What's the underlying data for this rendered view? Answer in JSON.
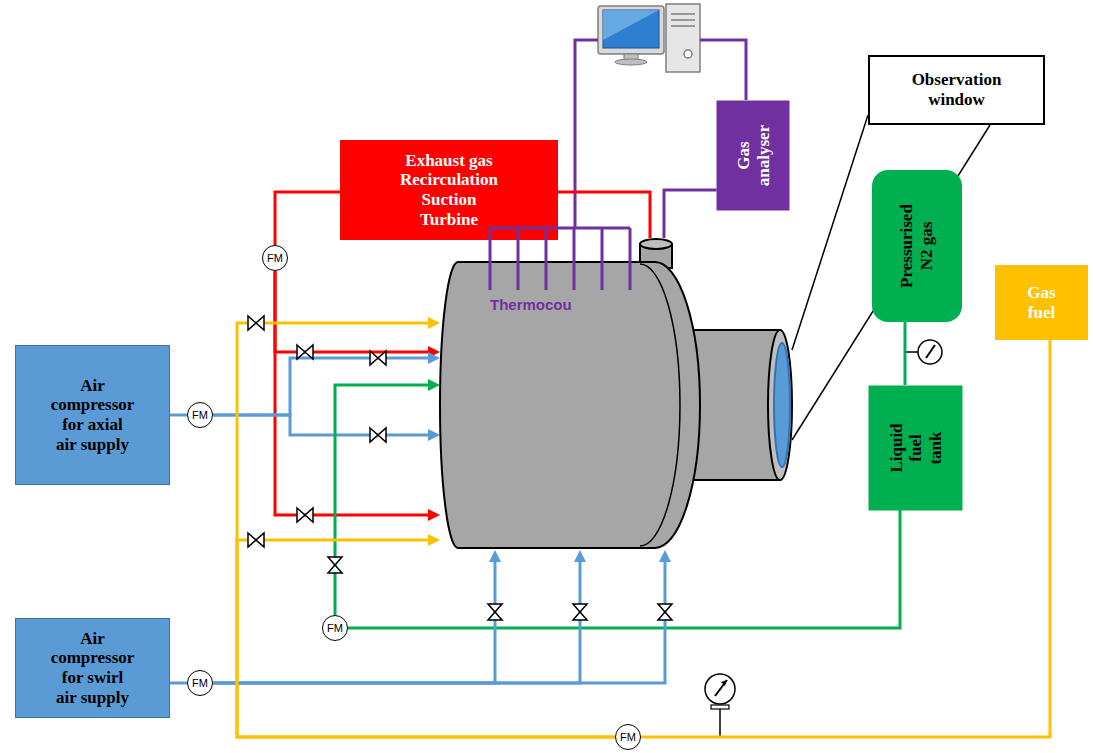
{
  "diagram": {
    "nodes": [
      {
        "text": [
          "Exhaust gas Recirculation Suction Turbine"
        ]
      },
      {
        "text": [
          "Observation window"
        ]
      },
      {
        "text": [
          "Gas analyser"
        ]
      },
      {
        "text": [
          "Pressurised N2 gas"
        ]
      },
      {
        "text": [
          "FM"
        ]
      },
      {
        "text": [
          "Thermocou"
        ]
      },
      {
        "text": [
          "Gas fuel"
        ]
      },
      {
        "text": [
          "Air compressor for axial air supply"
        ]
      },
      {
        "text": [
          "FM"
        ]
      },
      {
        "text": [
          "Liquid fuel tank"
        ]
      },
      {
        "text": [
          "FM"
        ]
      },
      {
        "text": [
          "Air compressor for swirl air supply"
        ]
      },
      {
        "text": [
          "FM"
        ]
      },
      {
        "text": [
          "FM"
        ]
      }
    ],
    "edges": [
      {
        "from": 5,
        "to": 0,
        "arrow": "none"
      },
      {
        "from": 0,
        "to": 4,
        "arrow": "none"
      },
      {
        "from": 4,
        "to": 5,
        "arrow": "to"
      },
      {
        "from": 7,
        "to": 8,
        "arrow": "none"
      },
      {
        "from": 8,
        "to": 5,
        "arrow": "to"
      },
      {
        "from": 3,
        "to": 9,
        "arrow": "none"
      },
      {
        "from": 9,
        "to": 10,
        "arrow": "none"
      },
      {
        "from": 10,
        "to": 5,
        "arrow": "to"
      },
      {
        "from": 11,
        "to": 12,
        "arrow": "none"
      },
      {
        "from": 12,
        "to": 5,
        "arrow": "to"
      },
      {
        "from": 6,
        "to": 13,
        "arrow": "none"
      },
      {
        "from": 13,
        "to": 5,
        "arrow": "to"
      },
      {
        "from": 5,
        "to": 2,
        "arrow": "none"
      },
      {
        "from": 1,
        "to": 5,
        "arrow": "none"
      }
    ]
  }
}
